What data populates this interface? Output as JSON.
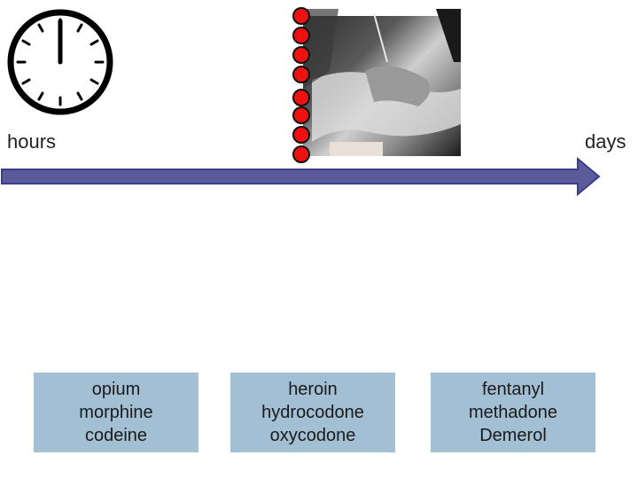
{
  "timeline": {
    "start_label": "hours",
    "end_label": "days",
    "arrow_color": "#5b5b9c",
    "arrow_stroke": "#3c3c8c"
  },
  "dot_color": "#ee1111",
  "groups": [
    {
      "drugs": [
        "opium",
        "morphine",
        "codeine"
      ]
    },
    {
      "drugs": [
        "heroin",
        "hydrocodone",
        "oxycodone"
      ]
    },
    {
      "drugs": [
        "fentanyl",
        "methadone",
        "Demerol"
      ]
    }
  ],
  "box_color": "#a3bfd3",
  "icons": {
    "clock": "clock-icon",
    "photo": "photo-image"
  }
}
